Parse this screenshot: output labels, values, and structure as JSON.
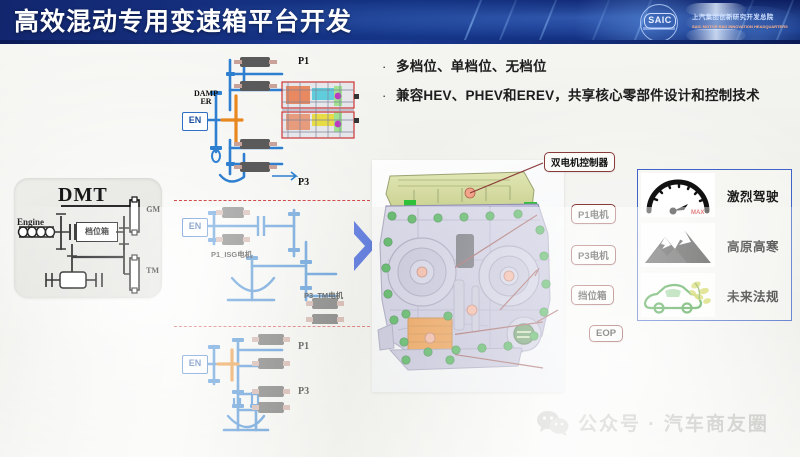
{
  "header": {
    "title": "高效混动专用变速箱平台开发",
    "logo": {
      "brand": "SAIC",
      "brand_sub": "SHANGHAI AUTOMOTIVE",
      "org_cn": "上汽集团创新研究开发总院",
      "org_en": "SAIC MOTOR R&D INNOVATION HEADQUARTERS"
    },
    "bg_color": "#12307f",
    "rule_color": "#1b3a95"
  },
  "bullets": [
    {
      "marker": "·",
      "text": "多档位、单档位、无档位"
    },
    {
      "marker": "·",
      "text": "兼容HEV、PHEV和EREV，共享核心零部件设计和控制技术"
    }
  ],
  "dmt": {
    "title": "DMT",
    "engine_label": "Engine",
    "gm_label": "GM",
    "tm_label": "TM",
    "gearbox_label": "档位箱"
  },
  "diagrams": {
    "separator_color": "#d14b4b",
    "top": {
      "en_label": "EN",
      "damper_label_line1": "DAMP",
      "damper_label_line2": "ER",
      "p1_label": "P1",
      "p3_label": "P3"
    },
    "middle": {
      "en_label": "EN",
      "p1_label": "P1_ISG电机",
      "p3_label": "P3_TM电机"
    },
    "bottom": {
      "en_label": "EN",
      "p1_label": "P1",
      "p3_label": "P3"
    }
  },
  "arrow": {
    "name": "chevron-right",
    "color": "#1a44d6"
  },
  "callouts": [
    {
      "id": "dual-motor-controller",
      "text": "双电机控制器"
    },
    {
      "id": "p1-motor",
      "text": "P1电机"
    },
    {
      "id": "p3-motor",
      "text": "P3电机"
    },
    {
      "id": "gear-box",
      "text": "挡位箱"
    },
    {
      "id": "eop",
      "text": "EOP"
    }
  ],
  "right_panel": {
    "border_color": "#3f63c7",
    "rows": [
      {
        "icon": "speedometer-icon",
        "label": "激烈驾驶",
        "gauge_max_text": "MAX"
      },
      {
        "icon": "mountain-icon",
        "label": "高原高寒"
      },
      {
        "icon": "eco-car-icon",
        "label": "未来法规"
      }
    ]
  },
  "watermark": {
    "icon": "wechat-icon",
    "text": "公众号 · 汽车商友圈"
  }
}
